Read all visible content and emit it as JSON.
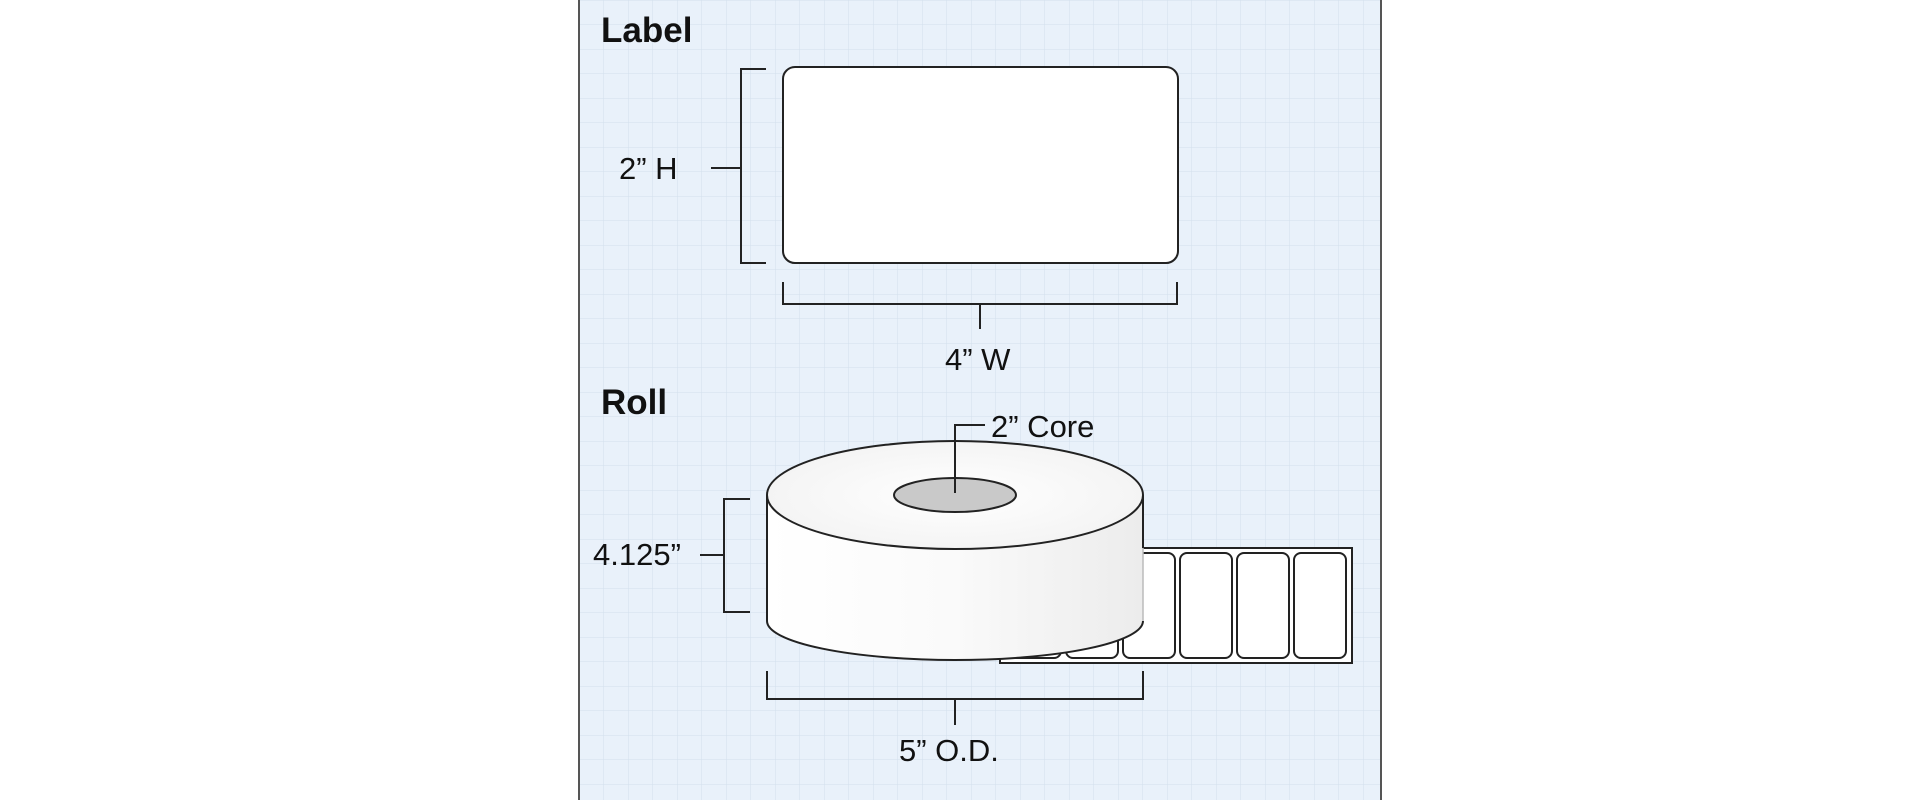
{
  "label_section": {
    "title": "Label",
    "height_text": "2” H",
    "width_text": "4” W"
  },
  "roll_section": {
    "title": "Roll",
    "core_text": "2” Core",
    "roll_width_text": "4.125”",
    "outer_diameter_text": "5” O.D."
  },
  "colors": {
    "panel_background": "#e9f1fa",
    "grid_line": "#d3dfec",
    "panel_border": "#555555",
    "core_fill": "#c9c9c9"
  }
}
